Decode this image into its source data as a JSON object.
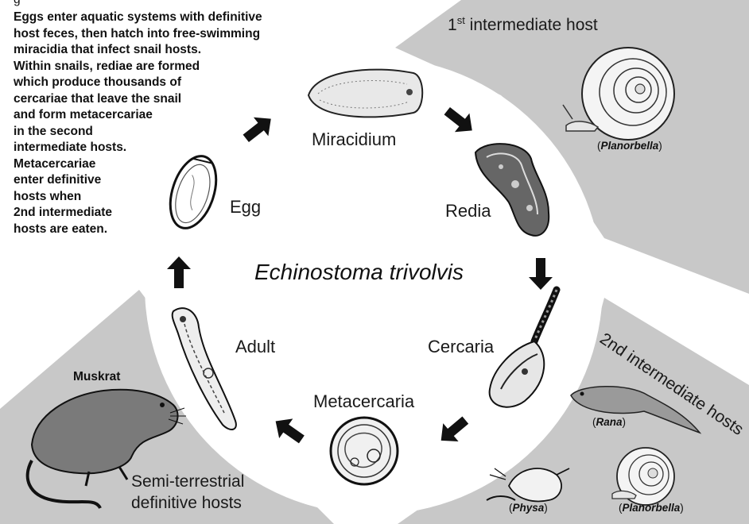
{
  "colors": {
    "background": "#ffffff",
    "host_region": "#c8c8c8",
    "ink": "#111111"
  },
  "intro_lines": [
    "g",
    "Eggs enter aquatic systems with definitive",
    "host feces, then hatch into free-swimming",
    "miracidia that infect snail hosts.",
    "Within snails, rediae are formed",
    "which produce thousands of",
    "cercariae that leave the snail",
    "and form metacercariae",
    "in the second",
    "intermediate hosts.",
    "Metacercariae",
    "enter definitive",
    "hosts when",
    "2nd intermediate",
    "hosts are eaten."
  ],
  "title": "Echinostoma trivolvis",
  "stages": {
    "miracidium": "Miracidium",
    "redia": "Redia",
    "cercaria": "Cercaria",
    "metacercaria": "Metacercaria",
    "adult": "Adult",
    "egg": "Egg"
  },
  "hosts": {
    "first_intermediate": {
      "num": "1",
      "sup": "st",
      "rest": " intermediate host",
      "caption_genus": "Planorbella"
    },
    "second_intermediate": {
      "text": "2nd intermediate hosts",
      "rana": "Rana",
      "physa": "Physa",
      "planorbella": "Planorbella"
    },
    "definitive": {
      "animal": "Muskrat",
      "line1": "Semi-terrestrial",
      "line2": "definitive hosts"
    }
  },
  "icons": [
    "arrow-icon",
    "snail-icon",
    "tadpole-icon",
    "physa-snail-icon",
    "muskrat-icon",
    "egg-icon",
    "miracidium-icon",
    "redia-icon",
    "cercaria-icon",
    "metacercaria-icon",
    "adult-fluke-icon"
  ]
}
